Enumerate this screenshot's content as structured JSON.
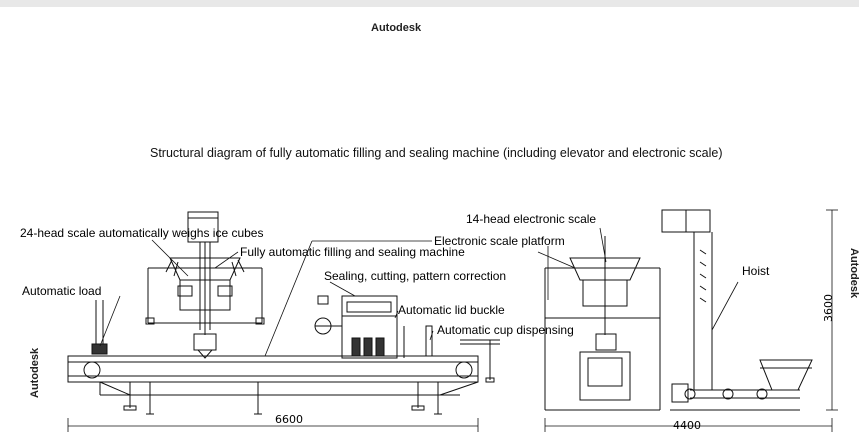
{
  "watermarks": {
    "top": "Autodesk",
    "left": "Autodesk",
    "right": "Autodesk"
  },
  "title": "Structural diagram of fully automatic filling and sealing machine (including elevator and electronic scale)",
  "labels": {
    "scale_24": "24-head scale automatically weighs ice cubes",
    "filling_machine": "Fully automatic filling and sealing machine",
    "platform": "Electronic scale platform",
    "scale_14": "14-head electronic scale",
    "sealing": "Sealing, cutting, pattern correction",
    "auto_load": "Automatic load",
    "lid_buckle": "Automatic lid buckle",
    "cup_dispensing": "Automatic cup dispensing",
    "hoist": "Hoist"
  },
  "dimensions": {
    "length": "6600",
    "width": "4400",
    "height": "3600"
  }
}
